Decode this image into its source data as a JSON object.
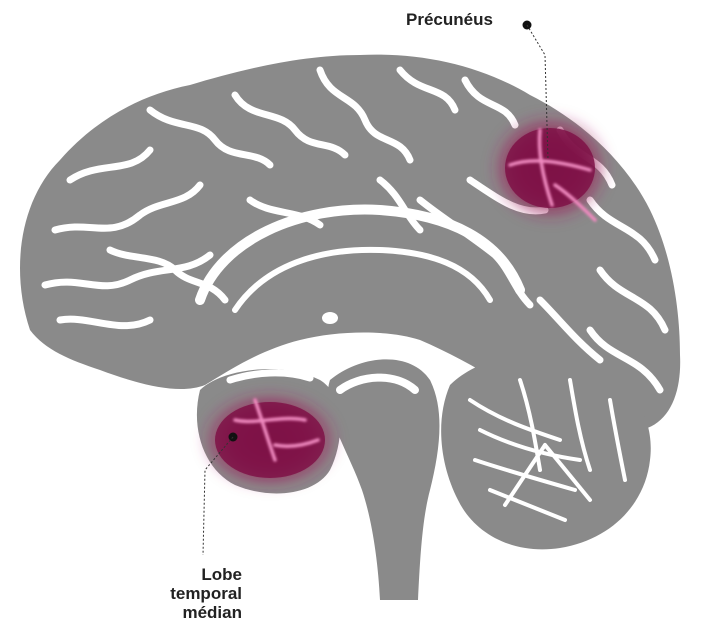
{
  "labels": {
    "precuneus": "Précunéus",
    "medial_temporal_lobe": [
      "Lobe",
      "temporal",
      "médian"
    ]
  },
  "colors": {
    "brain": "#8a8a8a",
    "sulcus": "#ffffff",
    "highlight": "#8c1850",
    "highlight_glow": "#e070a8",
    "text": "#222222",
    "pointer": "#111111"
  }
}
